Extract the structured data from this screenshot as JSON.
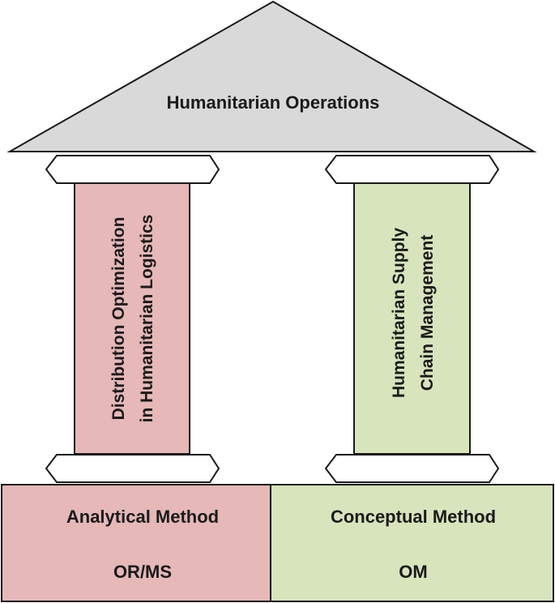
{
  "roof": {
    "title": "Humanitarian Operations",
    "color": "#d9d9d9"
  },
  "pillars": [
    {
      "line1": "Distribution Optimization",
      "line2": "in Humanitarian Logistics",
      "color": "#e6b8b8"
    },
    {
      "line1": "Humanitarian Supply",
      "line2": "Chain Management",
      "color": "#d8e4bc"
    }
  ],
  "base": [
    {
      "method": "Analytical Method",
      "abbrev": "OR/MS",
      "color": "#e6b8b8"
    },
    {
      "method": "Conceptual Method",
      "abbrev": "OM",
      "color": "#d8e4bc"
    }
  ],
  "stroke_color": "#1a1a1a"
}
